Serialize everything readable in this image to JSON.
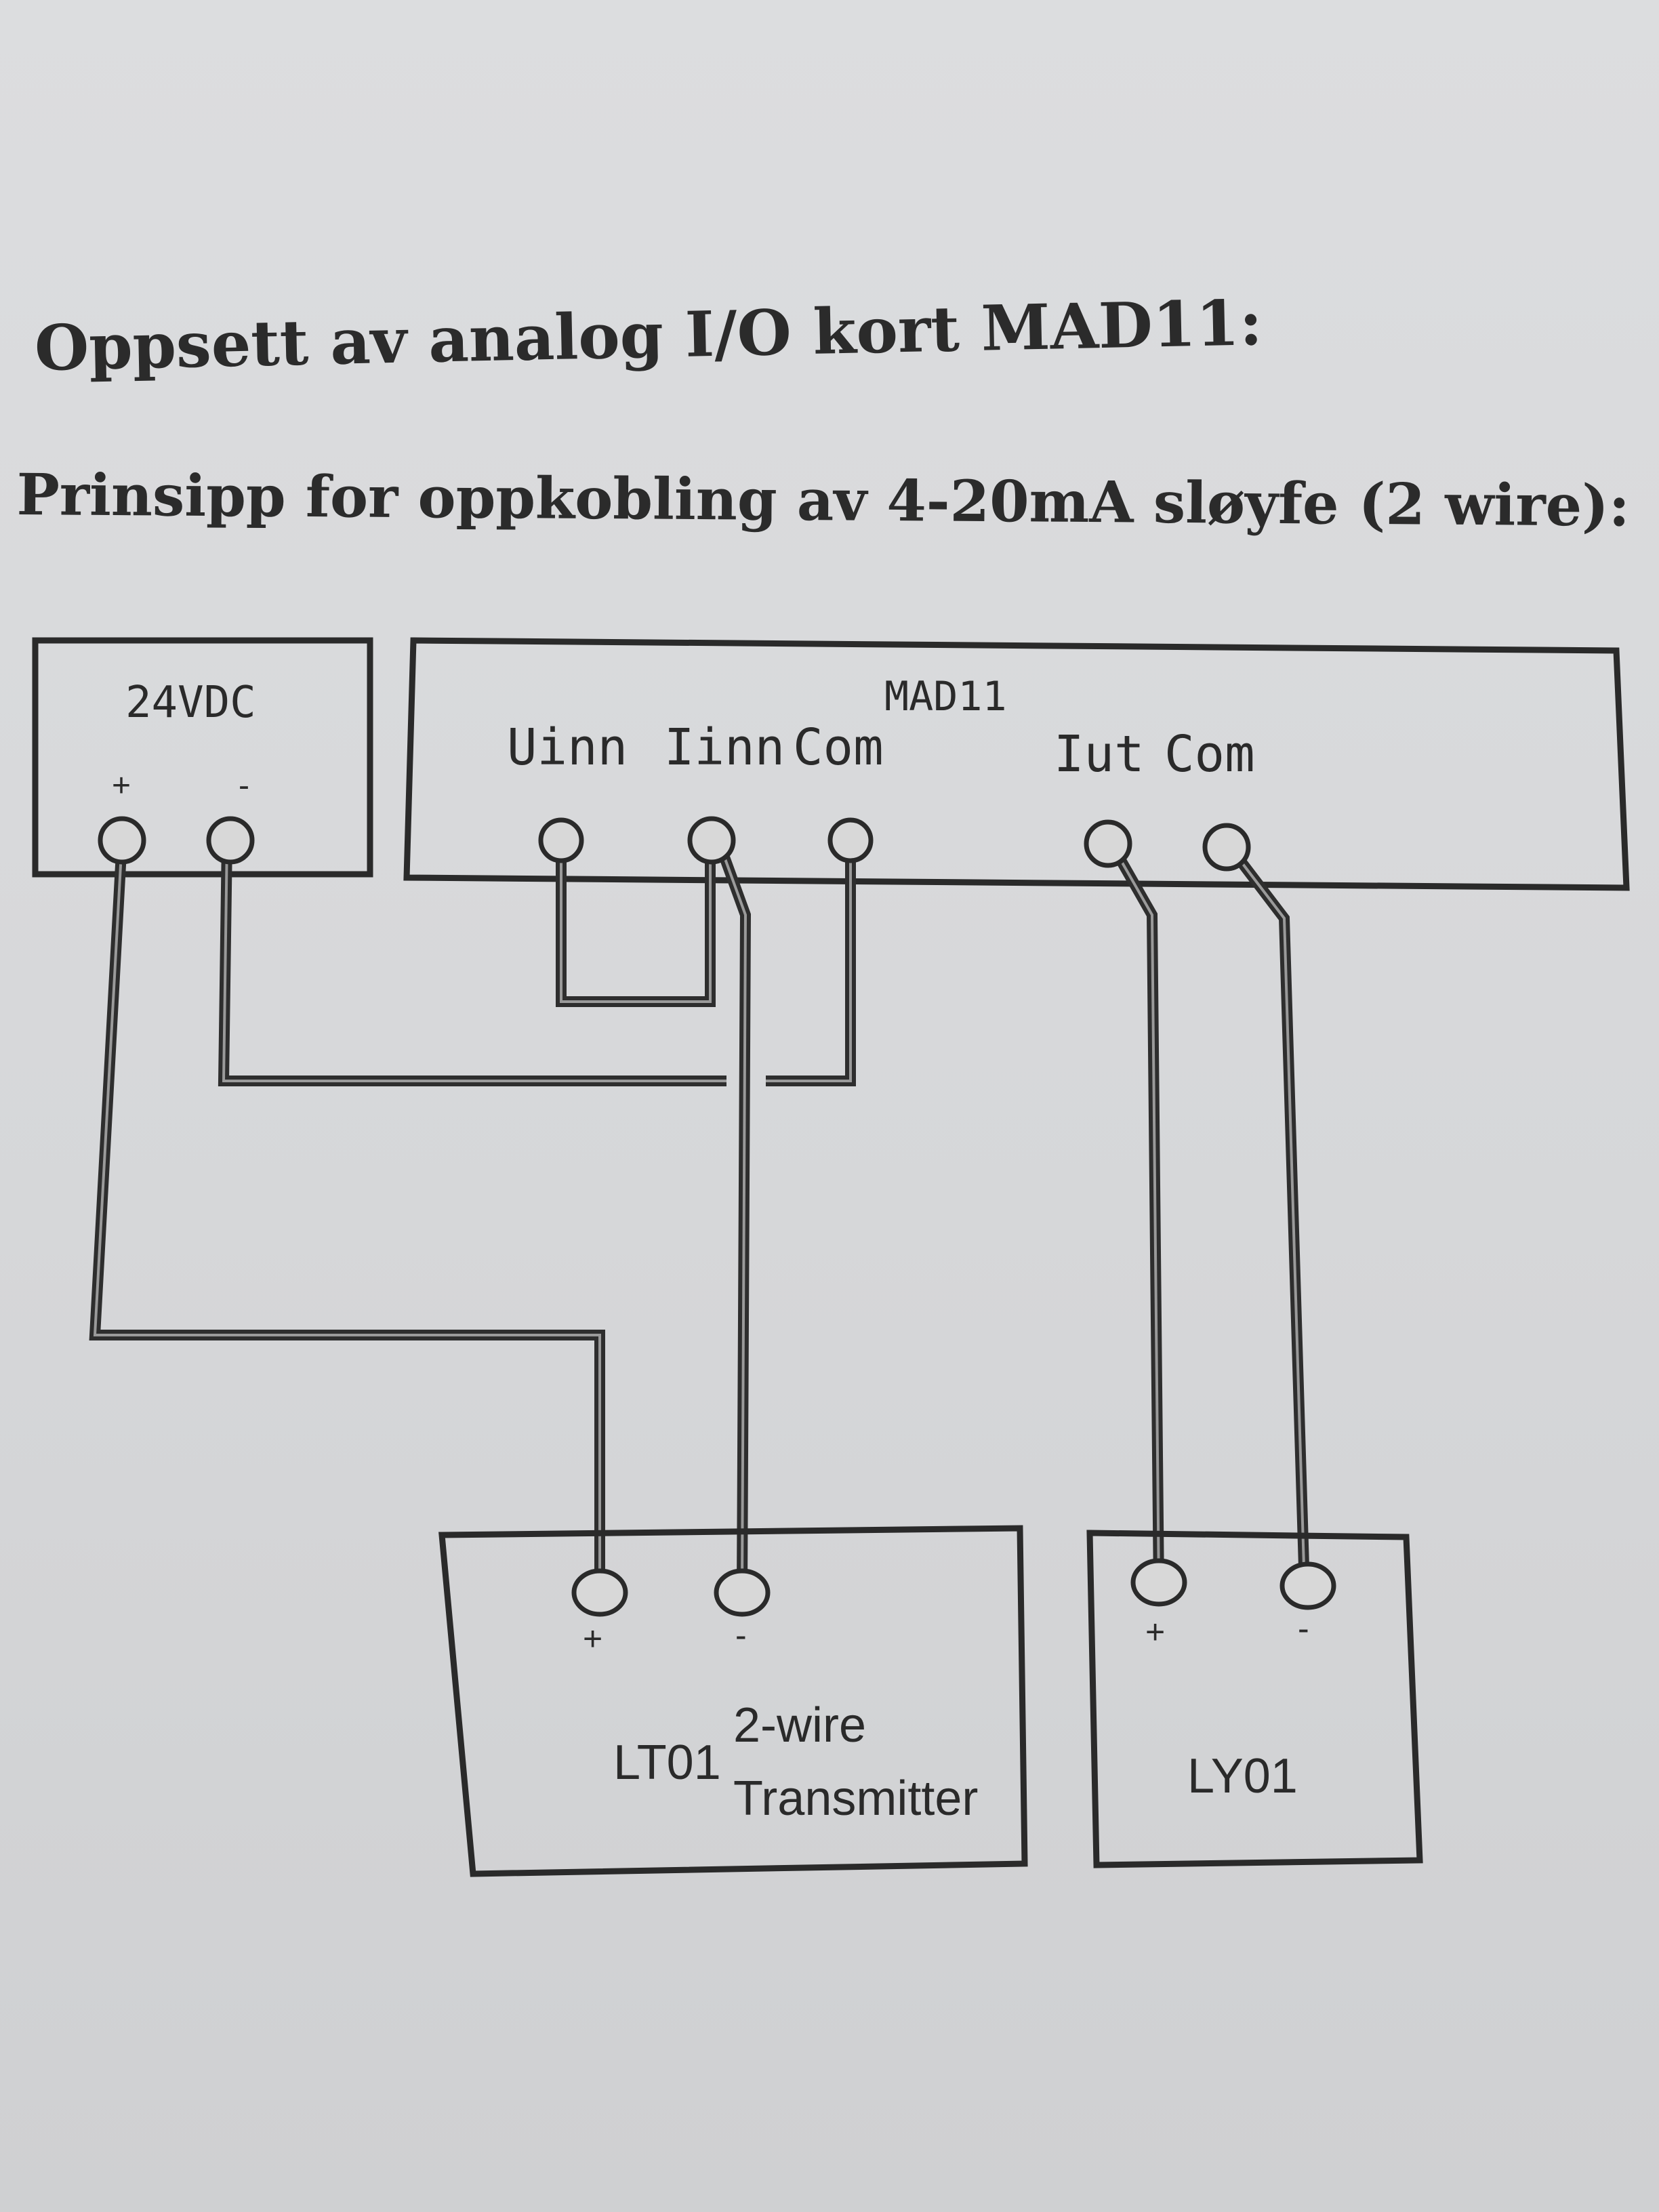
{
  "title": "Oppsett av analog I/O kort MAD11:",
  "subtitle": "Prinsipp for oppkobling av 4-20mA sløyfe (2 wire):",
  "supply": {
    "label": "24VDC",
    "plus": "+",
    "minus": "-"
  },
  "card": {
    "label": "MAD11",
    "terminals": [
      "Uinn",
      "Iinn",
      "Com",
      "Iut",
      "Com"
    ]
  },
  "transmitter": {
    "tag": "LT01",
    "label_line1": "2-wire",
    "label_line2": "Transmitter",
    "plus": "+",
    "minus": "-"
  },
  "actuator": {
    "tag": "LY01",
    "plus": "+",
    "minus": "-"
  },
  "colors": {
    "ink": "#2a2a2a",
    "paper": "#d9dadc"
  }
}
